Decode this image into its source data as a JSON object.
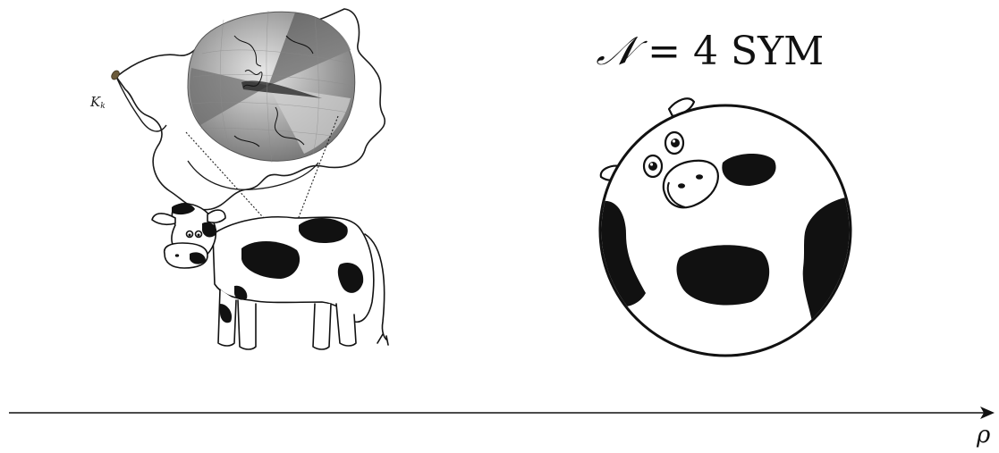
{
  "theory_label": {
    "symbol": "𝒩",
    "rest": " = 4 SYM"
  },
  "cycle_label": {
    "base": "K",
    "subscript": "k"
  },
  "axis_label": "ρ"
}
